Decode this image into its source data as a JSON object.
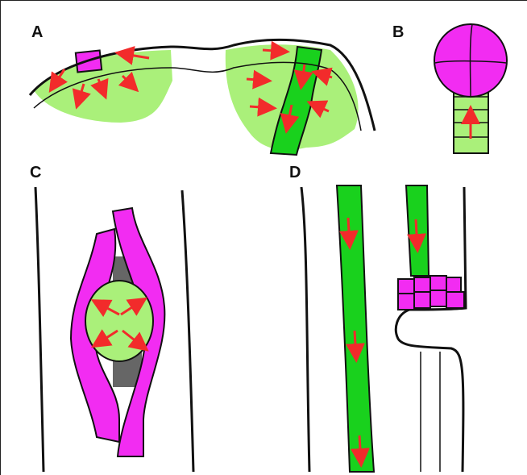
{
  "panels": {
    "a": {
      "label": "A"
    },
    "b": {
      "label": "B"
    },
    "c": {
      "label": "C"
    },
    "d": {
      "label": "D"
    }
  },
  "colors": {
    "light_green": "#aaf07a",
    "bright_green": "#19d11d",
    "magenta": "#f22cf2",
    "arrow_red": "#f22b2b",
    "outline": "#111111",
    "dark_gray": "#666666"
  }
}
